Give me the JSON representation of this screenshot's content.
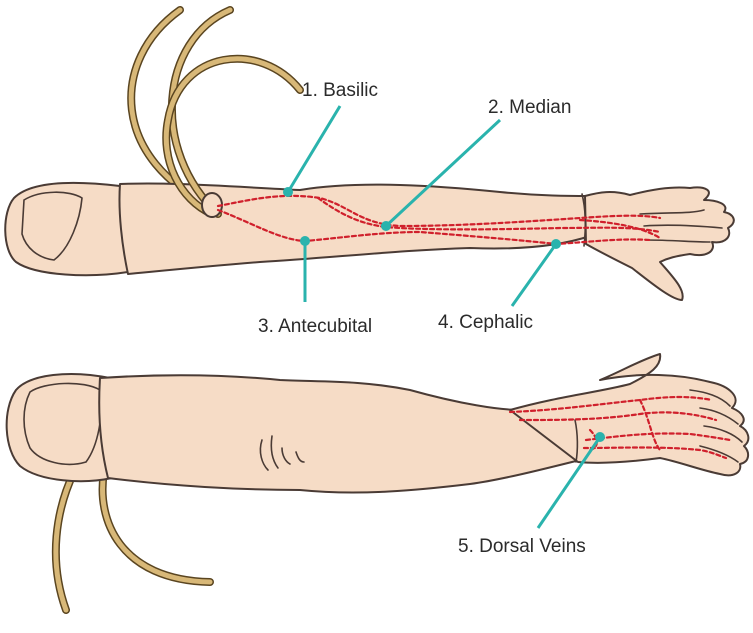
{
  "labels": {
    "basilic": "1. Basilic",
    "median": "2. Median",
    "antecubital": "3. Antecubital",
    "cephalic": "4. Cephalic",
    "dorsal": "5. Dorsal Veins"
  },
  "colors": {
    "vein": "#d0202c",
    "leader": "#2ab3ad",
    "skin": "#f6dcc6",
    "tubing": "#d8b878"
  }
}
